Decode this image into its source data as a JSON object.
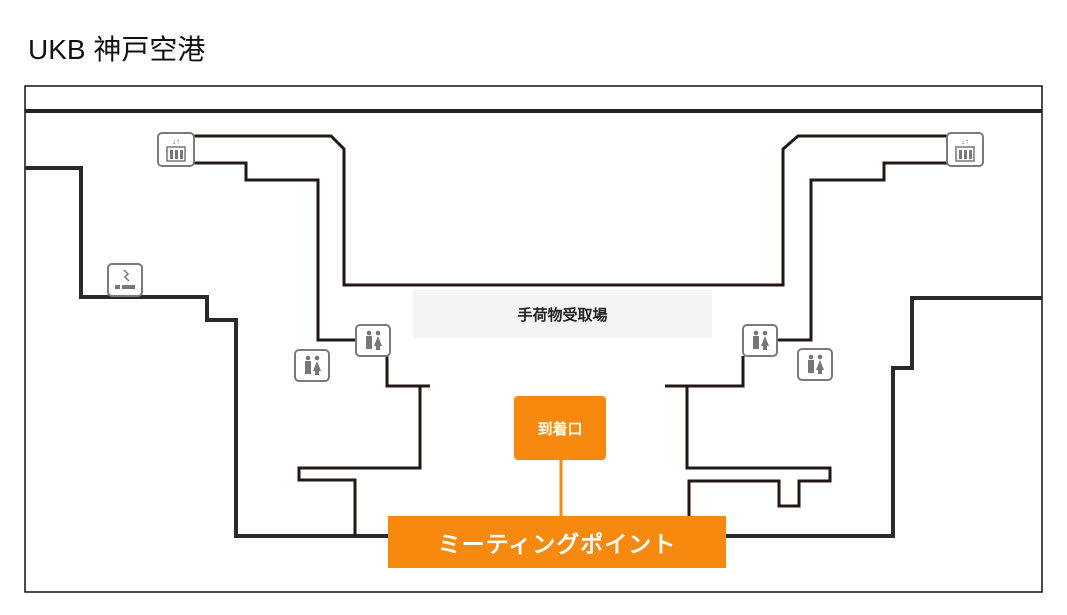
{
  "header": {
    "title": "UKB 神戸空港"
  },
  "map": {
    "baggage_claim": "手荷物受取場",
    "arrival_gate": "到着口",
    "meeting_point": "ミーティングポイント",
    "colors": {
      "accent": "#f7890f",
      "wall": "#231815",
      "baggage_area": "#f4f4f4",
      "icon": "#7a7a7a"
    },
    "icons": [
      "elevator-icon",
      "elevator-icon",
      "smoking-area-icon",
      "restroom-icon",
      "restroom-icon",
      "restroom-icon",
      "restroom-icon"
    ]
  }
}
